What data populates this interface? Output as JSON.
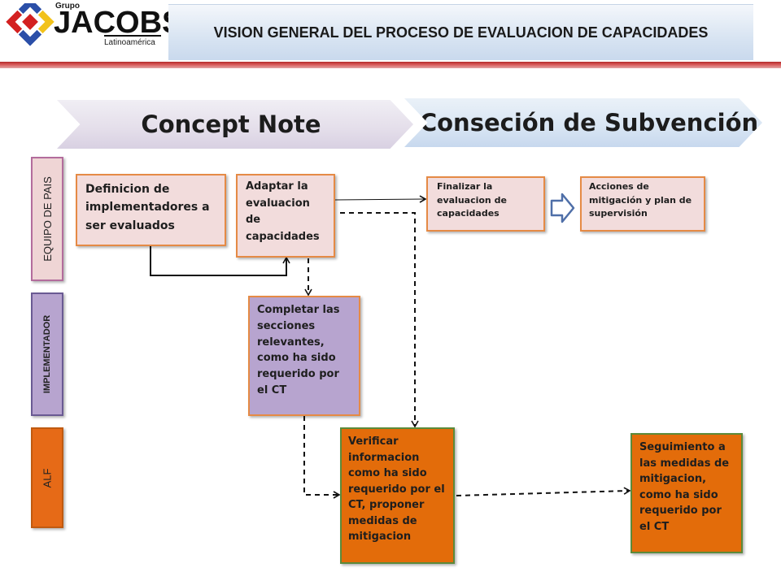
{
  "header": {
    "logo_grupo": "Grupo",
    "logo_name": "JACOBS",
    "logo_sub": "Latinoamérica",
    "title": "VISION GENERAL DEL PROCESO DE EVALUACION DE CAPACIDADES"
  },
  "phases": {
    "concept": "Concept Note",
    "grant": "Conseción de Subvención"
  },
  "lanes": {
    "equipo": "EQUIPO DE PAIS",
    "implementador": "IMPLEMENTADOR",
    "alf": "ALF"
  },
  "boxes": {
    "definicion": "Definicion de implementadores a ser evaluados",
    "adaptar": "Adaptar la evaluacion de capacidades",
    "finalizar": "Finalizar la evaluacion de capacidades",
    "acciones": "Acciones de mitigación y plan de supervisión",
    "completar": "Completar las secciones relevantes, como ha sido requerido por el CT",
    "verificar": "Verificar informacion como ha sido requerido por el CT, proponer medidas de mitigacion",
    "seguimiento": "Seguimiento a las medidas de mitigacion, como ha sido requerido por el CT"
  },
  "colors": {
    "pink_fill": "#f2dcdc",
    "purple_fill": "#b7a4cf",
    "orange_fill": "#e36c0a",
    "rule_red": "#c0392b"
  },
  "icons": {
    "logo": "jacobs-diamond-logo",
    "block_arrow": "hollow-right-arrow-icon"
  }
}
